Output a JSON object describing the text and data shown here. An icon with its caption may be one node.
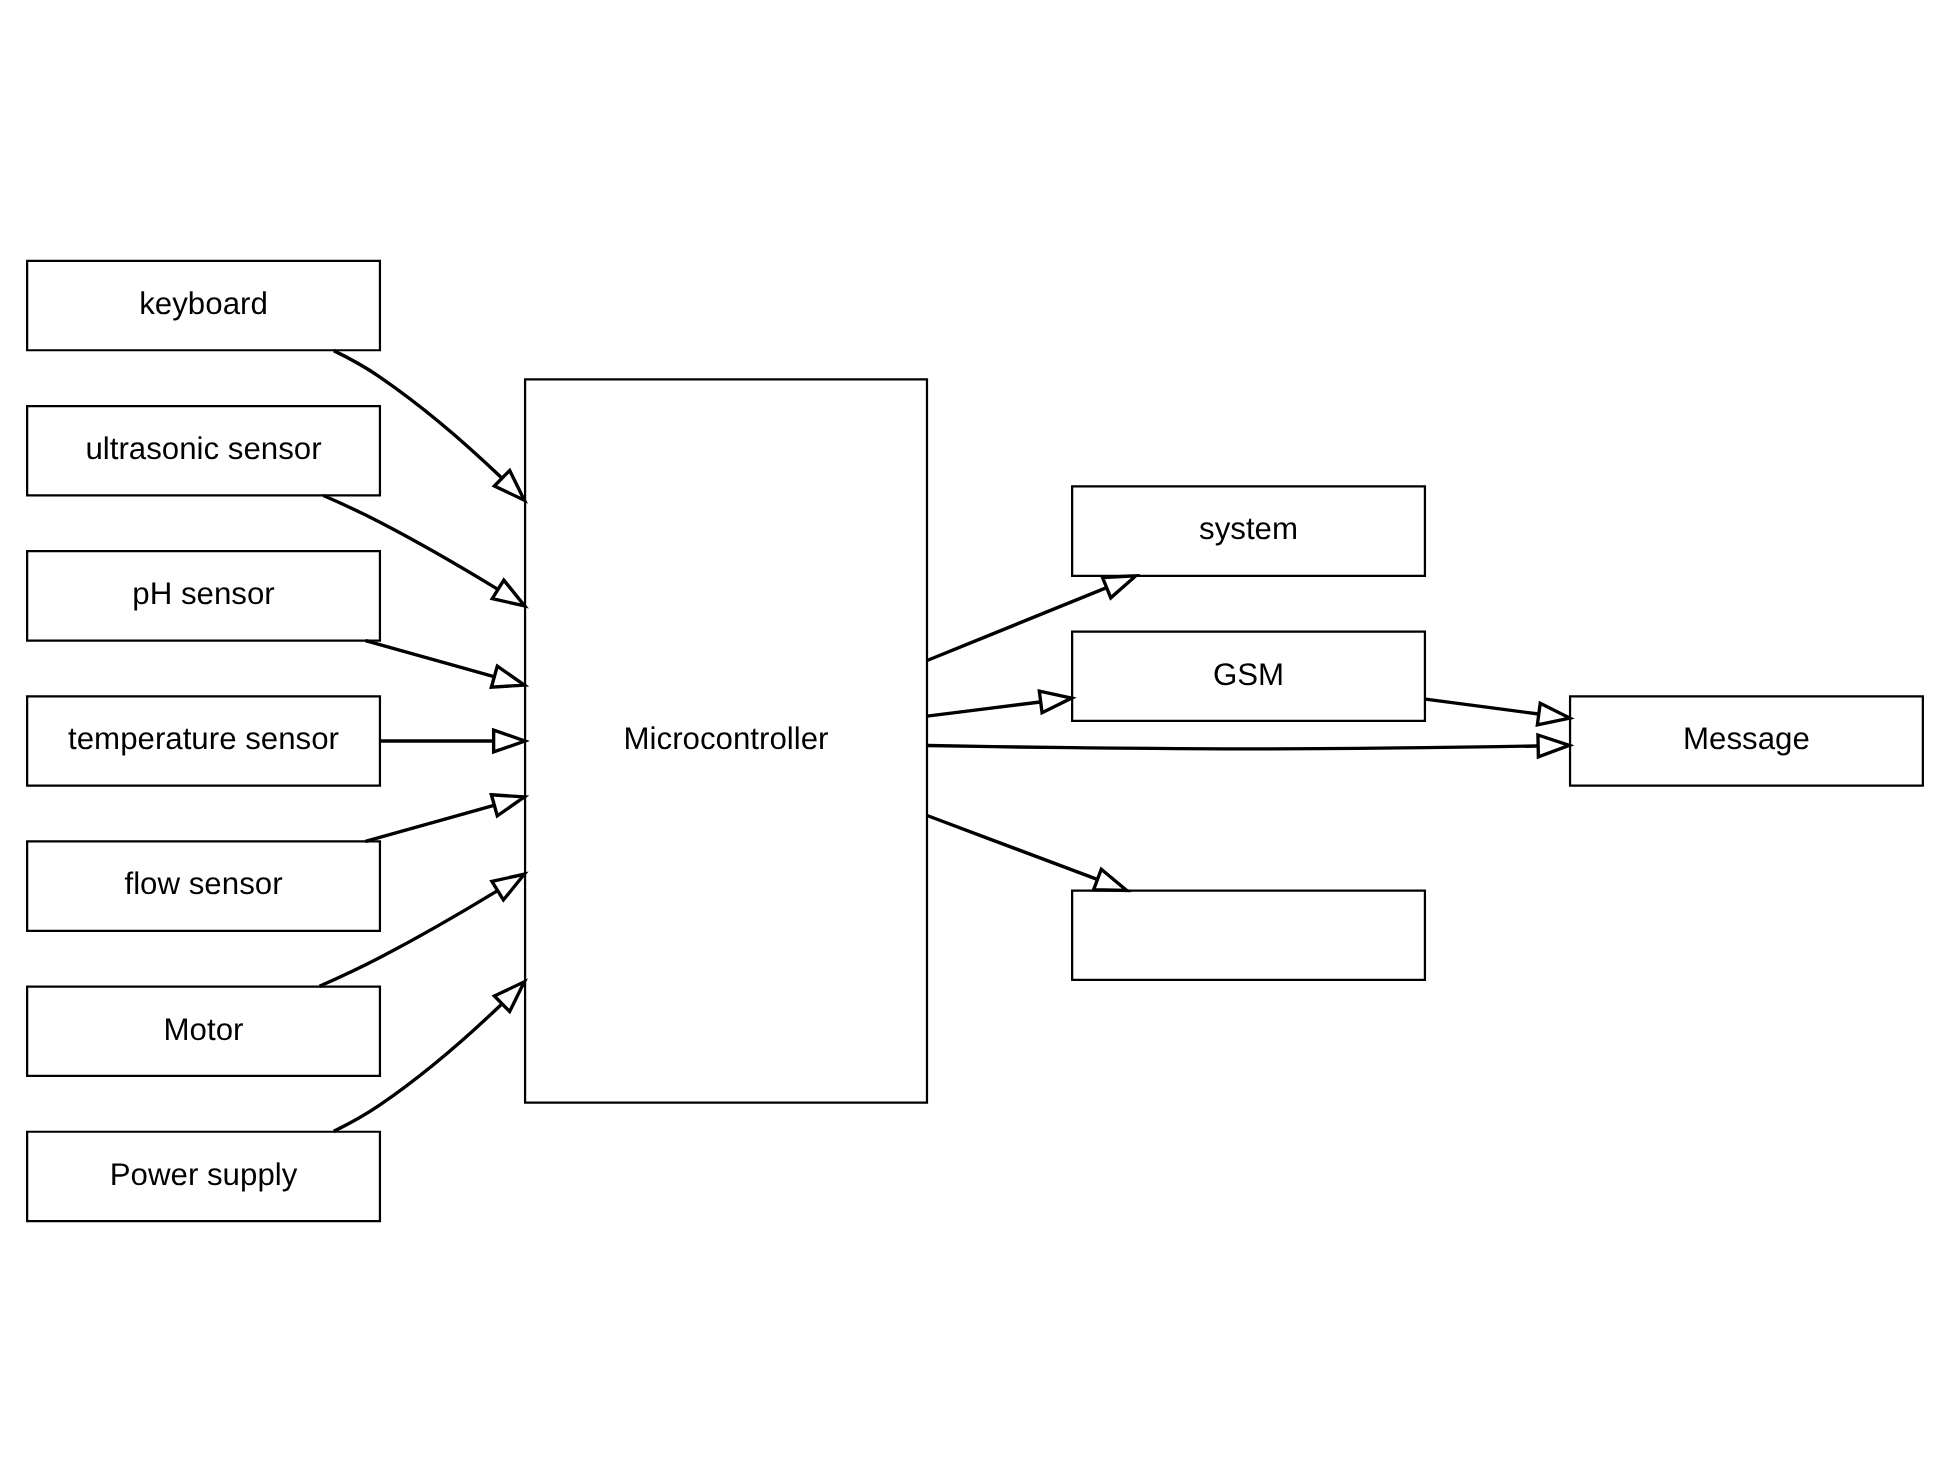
{
  "diagram": {
    "nodes": [
      {
        "text": [
          "keyboard"
        ]
      },
      {
        "text": [
          "system"
        ]
      },
      {
        "text": [
          "ultrasonic sensor"
        ]
      },
      {
        "text": [
          "pH sensor"
        ]
      },
      {
        "text": [
          "temperature sensor"
        ]
      },
      {
        "text": [
          "flow sensor"
        ]
      },
      {
        "text": [
          "Motor"
        ]
      },
      {
        "text": [
          "Microcontroller"
        ]
      },
      {
        "text": [
          "GSM"
        ]
      },
      {
        "text": [
          "Message"
        ]
      },
      {
        "text": [],
        "shape": "box"
      },
      {
        "text": [
          "Power supply"
        ]
      }
    ],
    "edges": [
      {
        "from": 0,
        "to": 7,
        "arrow": "to"
      },
      {
        "from": 7,
        "to": 1,
        "arrow": "to"
      },
      {
        "from": 2,
        "to": 7,
        "arrow": "to"
      },
      {
        "from": 3,
        "to": 7,
        "arrow": "to"
      },
      {
        "from": 4,
        "to": 7,
        "arrow": "to"
      },
      {
        "from": 5,
        "to": 7,
        "arrow": "to"
      },
      {
        "from": 6,
        "to": 7,
        "arrow": "to"
      },
      {
        "from": 7,
        "to": 8,
        "arrow": "to"
      },
      {
        "from": 8,
        "to": 9,
        "arrow": "to"
      },
      {
        "from": 7,
        "to": 9,
        "arrow": "to"
      },
      {
        "from": 7,
        "to": 10,
        "arrow": "to"
      },
      {
        "from": 11,
        "to": 7,
        "arrow": "to"
      }
    ]
  }
}
